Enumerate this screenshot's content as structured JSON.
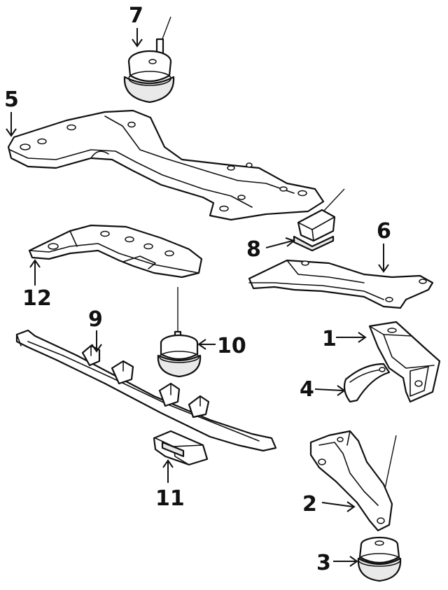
{
  "colors": {
    "ink": "#111111",
    "paper": "#ffffff"
  },
  "callouts": [
    {
      "id": "1",
      "label": "1"
    },
    {
      "id": "2",
      "label": "2"
    },
    {
      "id": "3",
      "label": "3"
    },
    {
      "id": "4",
      "label": "4"
    },
    {
      "id": "5",
      "label": "5"
    },
    {
      "id": "6",
      "label": "6"
    },
    {
      "id": "7",
      "label": "7"
    },
    {
      "id": "8",
      "label": "8"
    },
    {
      "id": "9",
      "label": "9"
    },
    {
      "id": "10",
      "label": "10"
    },
    {
      "id": "11",
      "label": "11"
    },
    {
      "id": "12",
      "label": "12"
    }
  ]
}
